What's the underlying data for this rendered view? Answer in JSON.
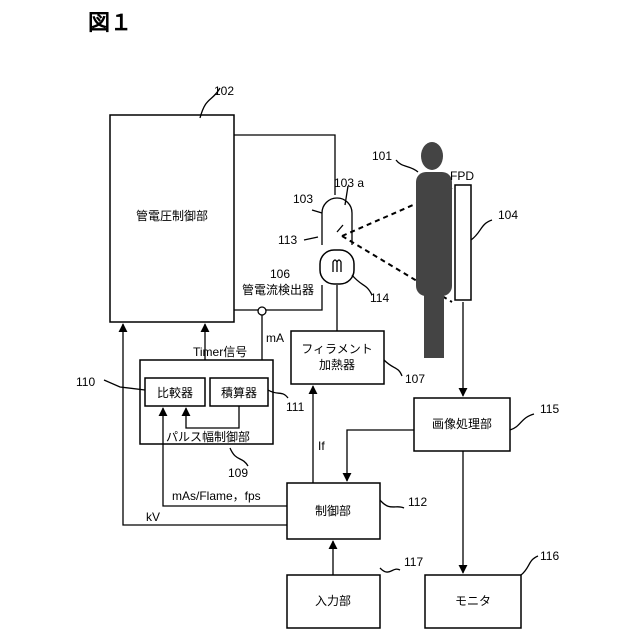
{
  "title": "図１",
  "blocks": {
    "tube_voltage_control": "管電圧制御部",
    "filament_heater_line1": "フィラメント",
    "filament_heater_line2": "加熱器",
    "comparator": "比較器",
    "integrator": "積算器",
    "pulse_width_control": "パルス幅制御部",
    "controller": "制御部",
    "input": "入力部",
    "image_processing": "画像処理部",
    "monitor": "モニタ",
    "current_detector": "管電流検出器",
    "fpd": "FPD"
  },
  "signals": {
    "timer": "Timer信号",
    "ma": "mA",
    "if": "If",
    "mas_flame_fps": "mAs/Flame，fps",
    "kv": "kV"
  },
  "refs": {
    "r101": "101",
    "r102": "102",
    "r103": "103",
    "r103a": "103 a",
    "r104": "104",
    "r106": "106",
    "r107": "107",
    "r109": "109",
    "r110": "110",
    "r111": "111",
    "r112": "112",
    "r113": "113",
    "r114": "114",
    "r115": "115",
    "r116": "116",
    "r117": "117"
  },
  "colors": {
    "subject": "#444444"
  }
}
